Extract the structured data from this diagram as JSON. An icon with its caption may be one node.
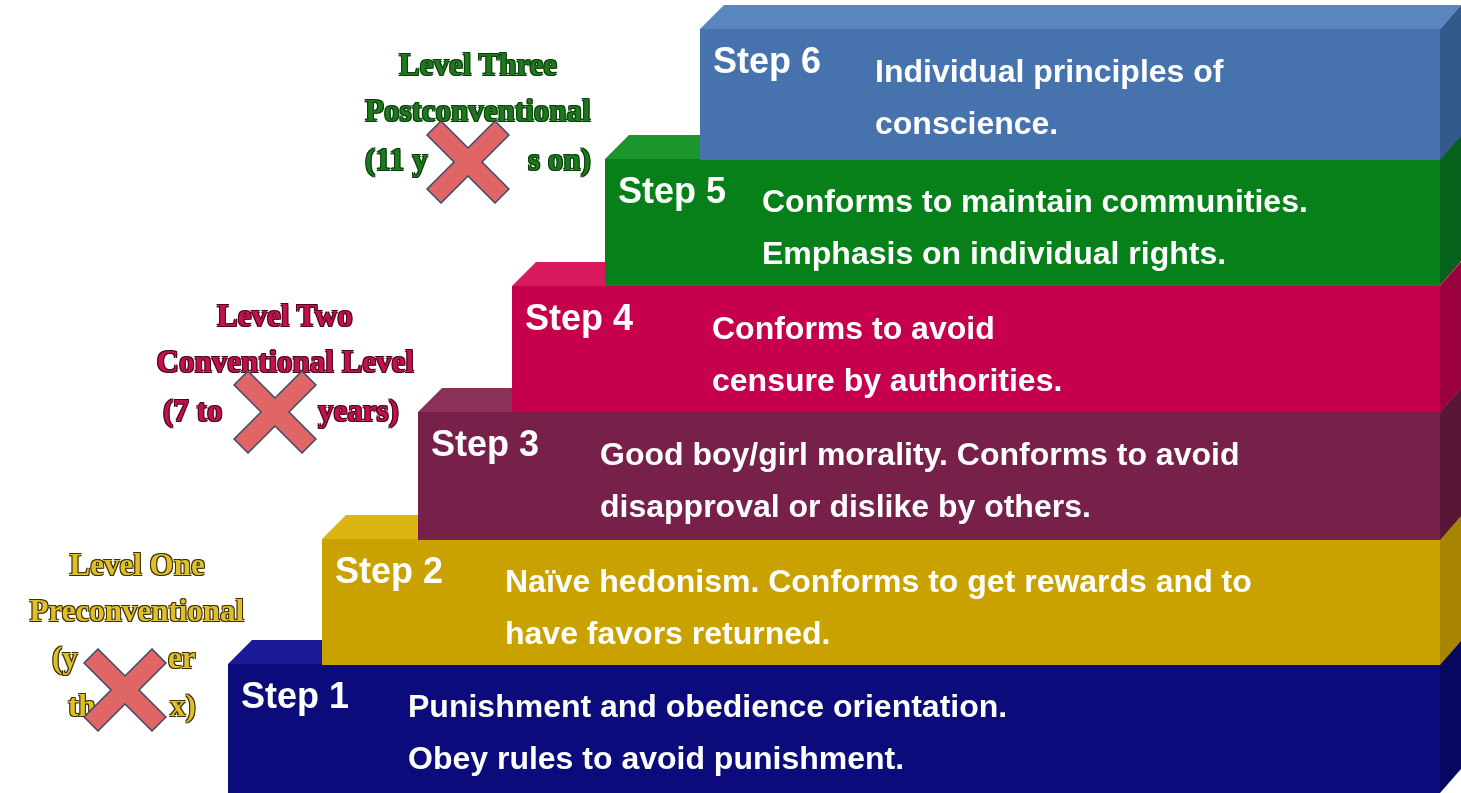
{
  "diagram": {
    "nodes": [
      {
        "text": [
          "Step 6",
          "Individual principles of conscience."
        ]
      },
      {
        "text": [
          "Step 5",
          "Conforms to maintain communities. Emphasis on individual rights."
        ]
      },
      {
        "text": [
          "Step 4",
          "Conforms to avoid censure by authorities."
        ]
      },
      {
        "text": [
          "Step 3",
          "Good boy/girl morality. Conforms to avoid disapproval or dislike by others."
        ]
      },
      {
        "text": [
          "Step 2",
          "Naïve hedonism. Conforms to get rewards and to have favors returned."
        ]
      },
      {
        "text": [
          "Step 1",
          "Punishment and obedience orientation. Obey rules to avoid punishment."
        ]
      }
    ],
    "labels": [
      "Level Three",
      "Postconventional",
      "(11 y",
      "s on)",
      "Level Two",
      "Conventional Level",
      "(7 to",
      "years)",
      "Level One",
      "Preconventional",
      "(y",
      "er",
      "th",
      "x)"
    ]
  }
}
